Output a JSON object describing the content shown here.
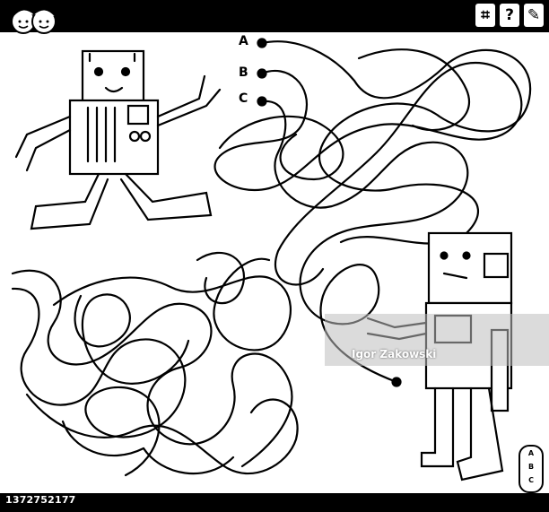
{
  "header": {
    "icons": [
      "maze-icon",
      "question-icon",
      "puzzle-icon"
    ],
    "icon_glyphs": [
      "⌗",
      "?",
      "✎"
    ]
  },
  "maze": {
    "options": [
      "A",
      "B",
      "C"
    ],
    "tag_letters": [
      "A",
      "B",
      "C"
    ]
  },
  "watermark": {
    "author": "Igor Zakowski"
  },
  "footer": {
    "stock_id": "1372752177"
  }
}
